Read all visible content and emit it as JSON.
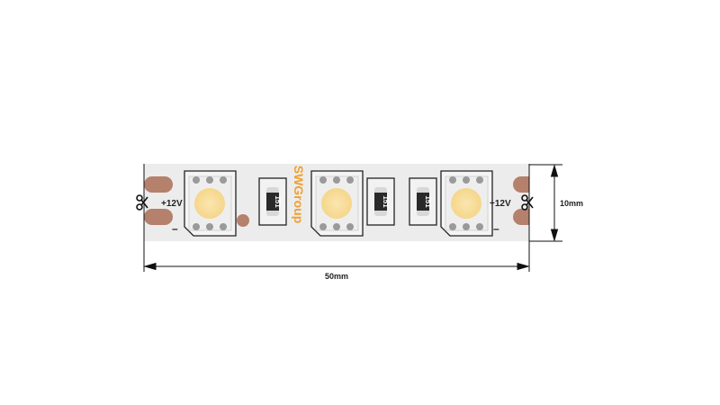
{
  "strip": {
    "left_plus_label": "+12V",
    "left_minus_label": "–",
    "right_plus_label": "+12V",
    "right_minus_label": "–",
    "brand": "SWGroup",
    "resistor_code": "151",
    "cut_icon": "scissors-icon"
  },
  "dimensions": {
    "length_label": "50mm",
    "width_label": "10mm"
  },
  "colors": {
    "strip": "#ececec",
    "pad": "#b5806c",
    "led": "#f8dd9a",
    "brand": "#f0a030"
  }
}
